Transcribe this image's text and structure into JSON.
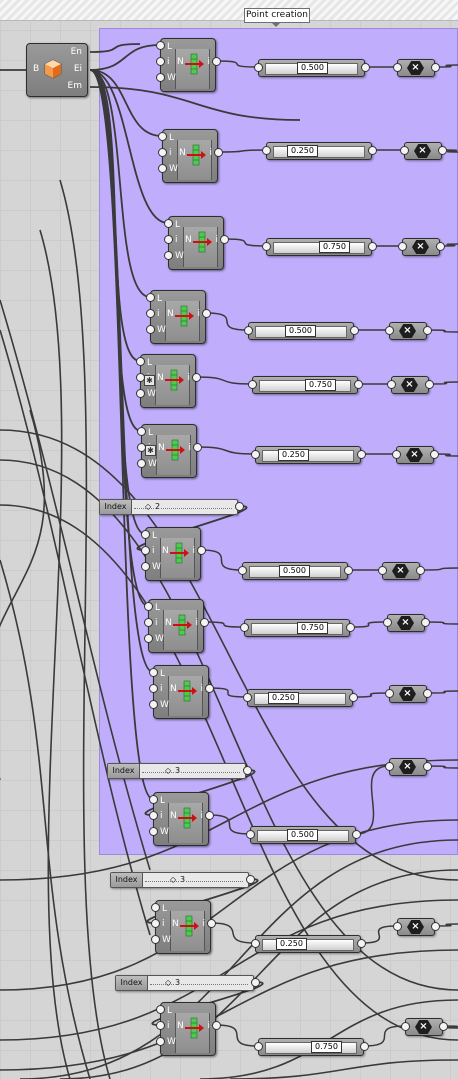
{
  "group": {
    "title": "Point creation"
  },
  "brep_component": {
    "input_label": "B",
    "outputs": [
      "En",
      "Ei",
      "Em"
    ],
    "icon": "box-icon"
  },
  "list_item_ports": {
    "inputs": [
      "L",
      "i",
      "W"
    ],
    "output": "i",
    "core": "N"
  },
  "number_panels": [
    "0.500",
    "0.250",
    "0.750",
    "0.500",
    "0.750",
    "0.250",
    "0.500",
    "0.750",
    "0.250",
    "0.500",
    "0.250",
    "0.750"
  ],
  "index_sliders": [
    {
      "label": "Index",
      "value": "2"
    },
    {
      "label": "Index",
      "value": "3"
    },
    {
      "label": "Index",
      "value": "3"
    },
    {
      "label": "Index",
      "value": "3"
    }
  ],
  "negate_icon": "negate-icon",
  "colors": {
    "group_fill": "#beaaff",
    "wire": "#3a3a3a",
    "component": "#8a8a8a"
  }
}
